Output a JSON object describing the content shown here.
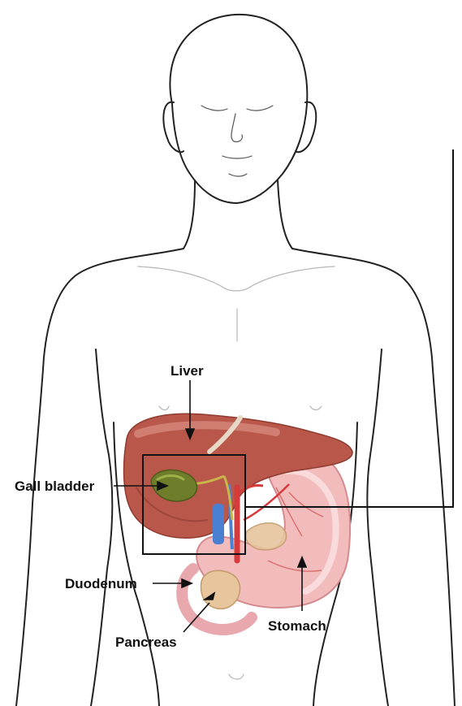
{
  "labels": {
    "liver": "Liver",
    "gall_bladder": "Gall bladder",
    "duodenum": "Duodenum",
    "pancreas": "Pancreas",
    "stomach": "Stomach"
  },
  "colors": {
    "outline": "#222222",
    "liver": "#b8574a",
    "liver_light": "#d98e82",
    "stomach": "#f2b7b7",
    "stomach_edge": "#d8848a",
    "gall_bladder": "#6e7d2a",
    "pancreas": "#e7c6a0",
    "vessel_red": "#d63a3a",
    "vessel_blue": "#4b7fd1",
    "duct_yellow": "#c8b64a"
  }
}
